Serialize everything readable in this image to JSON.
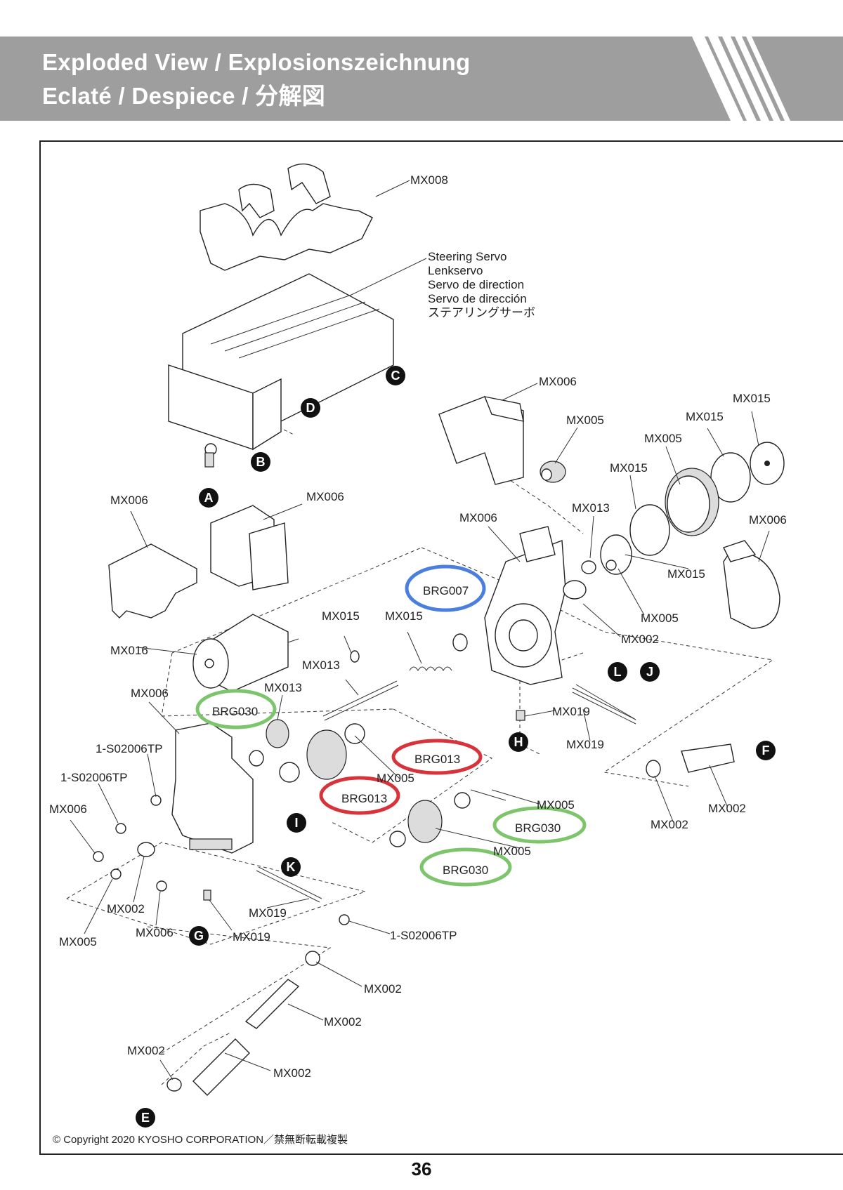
{
  "header": {
    "title_line1": "Exploded View  /  Explosionszeichnung",
    "title_line2": "Eclaté  /  Despiece  /  分解図"
  },
  "callouts": {
    "mx008": "MX008",
    "servo1": "Steering Servo",
    "servo2": "Lenkservo",
    "servo3": "Servo de direction",
    "servo4": "Servo de dirección",
    "servo5": "ステアリングサーボ",
    "mx006_a": "MX006",
    "mx006_b": "MX006",
    "mx006_c": "MX006",
    "mx006_d": "MX006",
    "mx006_e": "MX006",
    "mx006_f": "MX006",
    "mx006_g": "MX006",
    "mx005_a": "MX005",
    "mx005_b": "MX005",
    "mx005_c": "MX005",
    "mx005_d": "MX005",
    "mx005_e": "MX005",
    "mx005_f": "MX005",
    "mx005_g": "MX005",
    "mx015_a": "MX015",
    "mx015_b": "MX015",
    "mx015_c": "MX015",
    "mx015_d": "MX015",
    "mx015_e": "MX015",
    "mx015_f": "MX015",
    "mx013_a": "MX013",
    "mx013_b": "MX013",
    "mx013_c": "MX013",
    "mx002_a": "MX002",
    "mx002_b": "MX002",
    "mx002_c": "MX002",
    "mx002_d": "MX002",
    "mx002_e": "MX002",
    "mx002_f": "MX002",
    "mx002_g": "MX002",
    "mx002_h": "MX002",
    "mx019_a": "MX019",
    "mx019_b": "MX019",
    "mx019_c": "MX019",
    "mx019_d": "MX019",
    "mx016": "MX016",
    "s02006_a": "1-S02006TP",
    "s02006_b": "1-S02006TP",
    "s02006_c": "1-S02006TP",
    "brg007": "BRG007",
    "brg013_a": "BRG013",
    "brg013_b": "BRG013",
    "brg030_a": "BRG030",
    "brg030_b": "BRG030",
    "brg030_c": "BRG030"
  },
  "markers": {
    "a": "A",
    "b": "B",
    "c": "C",
    "d": "D",
    "e": "E",
    "f": "F",
    "g": "G",
    "h": "H",
    "i": "I",
    "j": "J",
    "k": "K",
    "l": "L"
  },
  "highlight_colors": {
    "brg007": "#4a7fe0",
    "brg013": "#d8323a",
    "brg030": "#7cc56a"
  },
  "footer": {
    "copyright": "© Copyright 2020 KYOSHO CORPORATION／禁無断転載複製",
    "page_number": "36"
  }
}
